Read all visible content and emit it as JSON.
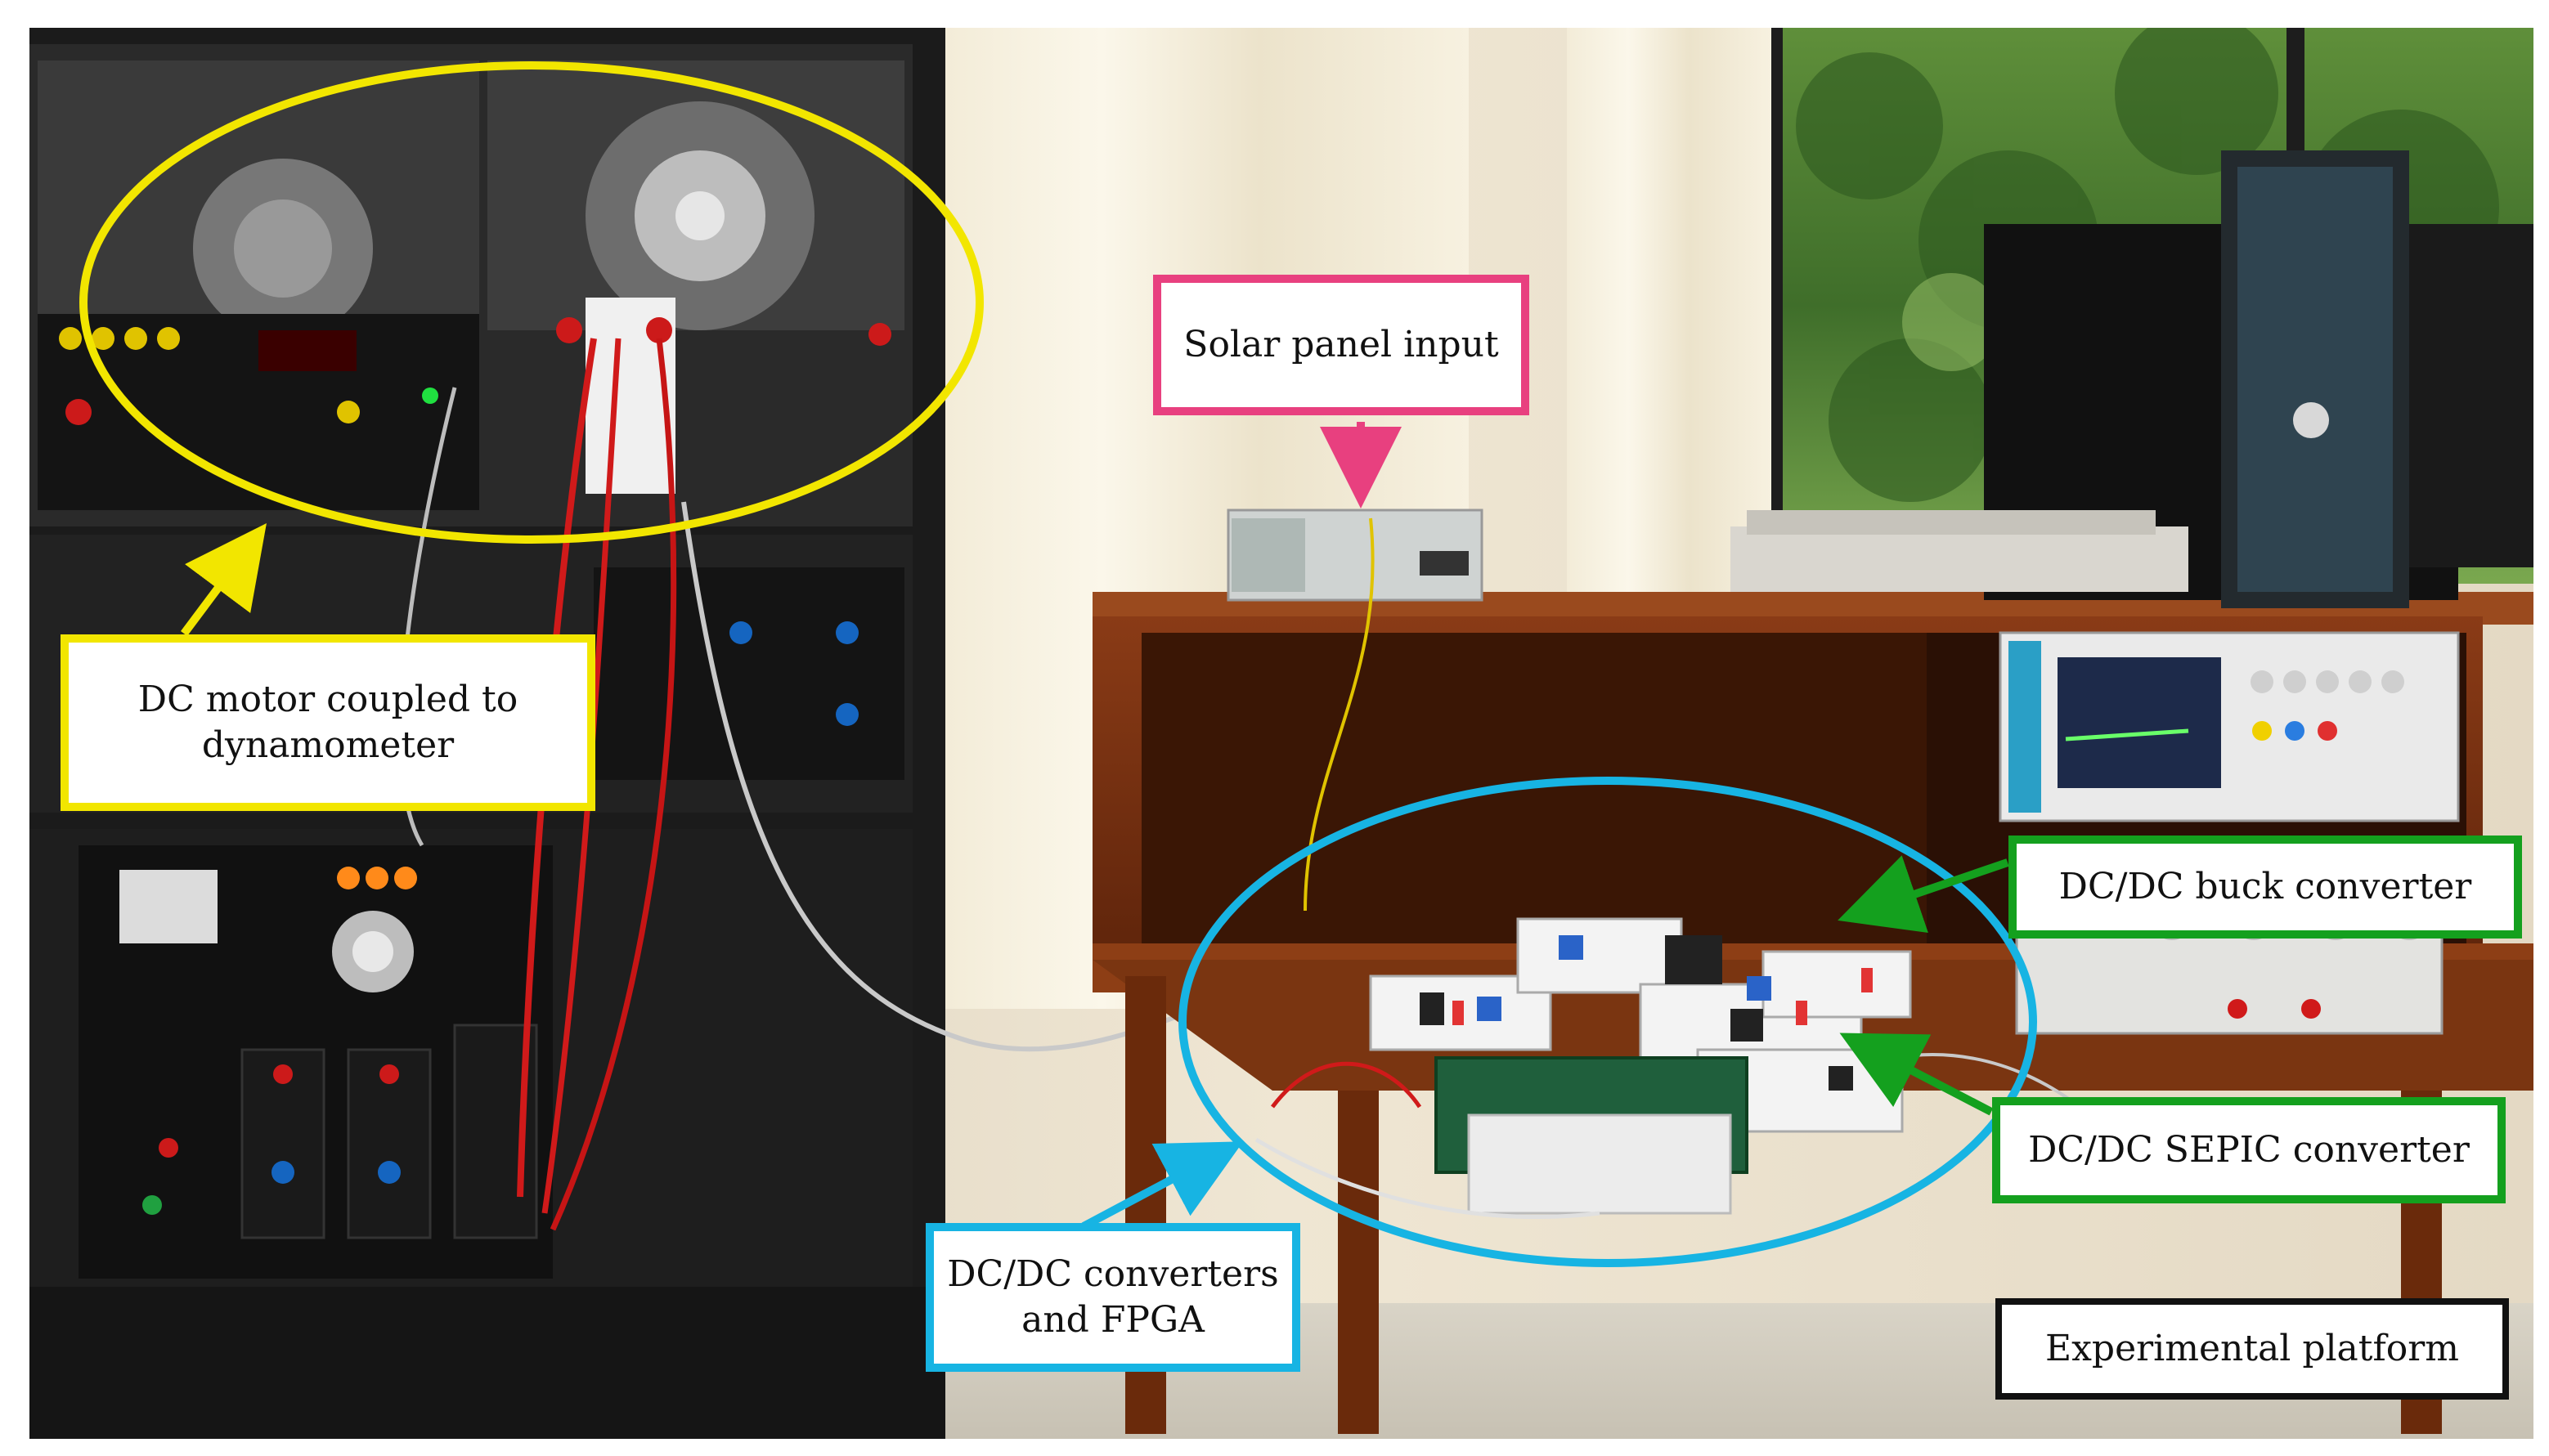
{
  "labels": {
    "dc_motor": [
      "DC motor coupled to",
      "dynamometer"
    ],
    "solar_panel": "Solar panel input",
    "buck": "DC/DC buck converter",
    "sepic": "DC/DC SEPIC converter",
    "converters_fpga": [
      "DC/DC converters",
      "and FPGA"
    ],
    "platform": "Experimental platform"
  },
  "colors": {
    "yellow": "#f2e600",
    "pink": "#e8407f",
    "cyan": "#17b4e3",
    "green": "#14a01e",
    "black": "#111111"
  }
}
